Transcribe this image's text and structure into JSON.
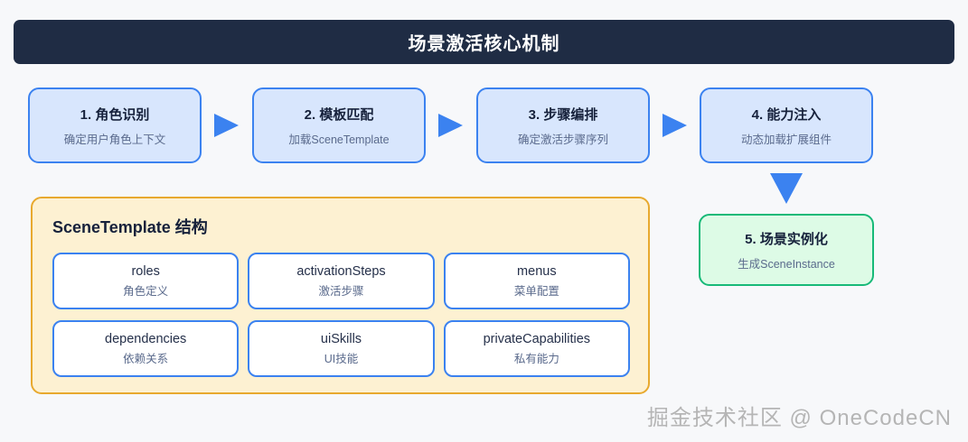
{
  "header": {
    "title": "场景激活核心机制",
    "background_color": "#1f2c44",
    "text_color": "#ffffff"
  },
  "flow": {
    "steps": [
      {
        "title": "1. 角色识别",
        "subtitle": "确定用户角色上下文"
      },
      {
        "title": "2. 模板匹配",
        "subtitle": "加载SceneTemplate"
      },
      {
        "title": "3. 步骤编排",
        "subtitle": "确定激活步骤序列"
      },
      {
        "title": "4. 能力注入",
        "subtitle": "动态加载扩展组件"
      }
    ],
    "arrow_icon": "triangle-right-icon",
    "down_arrow_icon": "triangle-down-icon",
    "box_fill": "#d8e6fd",
    "box_border": "#3b82f0",
    "arrow_color": "#3b82f0"
  },
  "result": {
    "title": "5. 场景实例化",
    "subtitle": "生成SceneInstance",
    "fill": "#ddfbe6",
    "border": "#17b978"
  },
  "template_panel": {
    "heading": "SceneTemplate 结构",
    "fill": "#fdf1d2",
    "border": "#e8a92e",
    "fields": [
      {
        "name": "roles",
        "desc": "角色定义"
      },
      {
        "name": "activationSteps",
        "desc": "激活步骤"
      },
      {
        "name": "menus",
        "desc": "菜单配置"
      },
      {
        "name": "dependencies",
        "desc": "依赖关系"
      },
      {
        "name": "uiSkills",
        "desc": "UI技能"
      },
      {
        "name": "privateCapabilities",
        "desc": "私有能力"
      }
    ]
  },
  "watermark": {
    "text": "掘金技术社区 @ OneCodeCN",
    "color": "#b5b5b5"
  }
}
